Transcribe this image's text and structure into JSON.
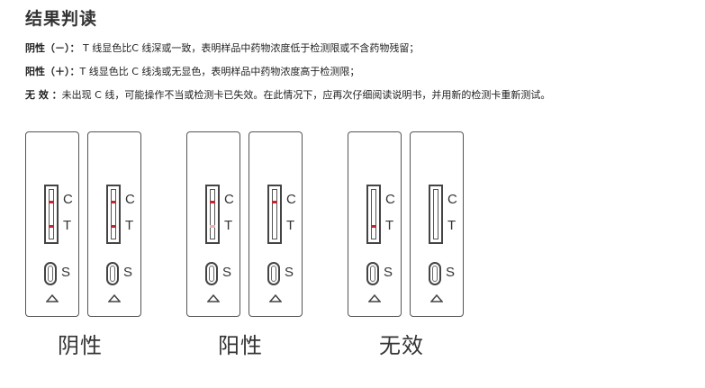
{
  "title": "结果判读",
  "lines": [
    {
      "label": "阴性（－）：",
      "text": " T 线显色比C 线深或一致，表明样品中药物浓度低于检测限或不含药物残留；"
    },
    {
      "label": "阳性（＋）：",
      "text": "T 线显色比 C 线浅或无显色，表明样品中药物浓度高于检测限；"
    },
    {
      "label": "无 效 ：",
      "text": "未出现 C 线，可能操作不当或检测卡已失效。在此情况下，应再次仔细阅读说明书，并用新的检测卡重新测试。"
    }
  ],
  "marks": {
    "c": "C",
    "t": "T",
    "s": "S"
  },
  "groups": [
    {
      "label": "阴性",
      "cards": [
        {
          "c_band": "strong",
          "t_band": "strong"
        },
        {
          "c_band": "strong",
          "t_band": "strong"
        }
      ]
    },
    {
      "label": "阳性",
      "cards": [
        {
          "c_band": "strong",
          "t_band": "faint"
        },
        {
          "c_band": "strong",
          "t_band": "none"
        }
      ]
    },
    {
      "label": "无效",
      "cards": [
        {
          "c_band": "none",
          "t_band": "strong"
        },
        {
          "c_band": "none",
          "t_band": "none"
        }
      ]
    }
  ],
  "colors": {
    "band_strong": "#c0282e",
    "band_faint": "#e8b4b8",
    "outline": "#444444"
  }
}
